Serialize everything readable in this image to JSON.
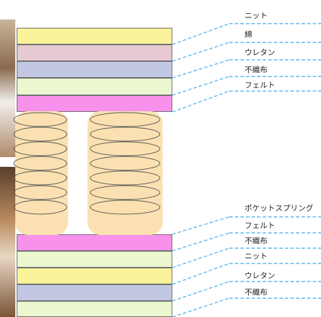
{
  "colors": {
    "knit": "#fbf39a",
    "cotton": "#e6c9d1",
    "urethane": "#c2c8e2",
    "felt": "#eaf7cf",
    "nonwoven": "#eaf7cf",
    "pad": "#f791ec",
    "spring_bg": "#fbe1b1",
    "leader": "#5bb7f0"
  },
  "top_labels": [
    "ニット",
    "綿",
    "ウレタン",
    "不織布",
    "フェルト"
  ],
  "bottom_labels": [
    "ポケットスプリング",
    "フェルト",
    "不織布",
    "ニット",
    "ウレタン",
    "不織布"
  ]
}
